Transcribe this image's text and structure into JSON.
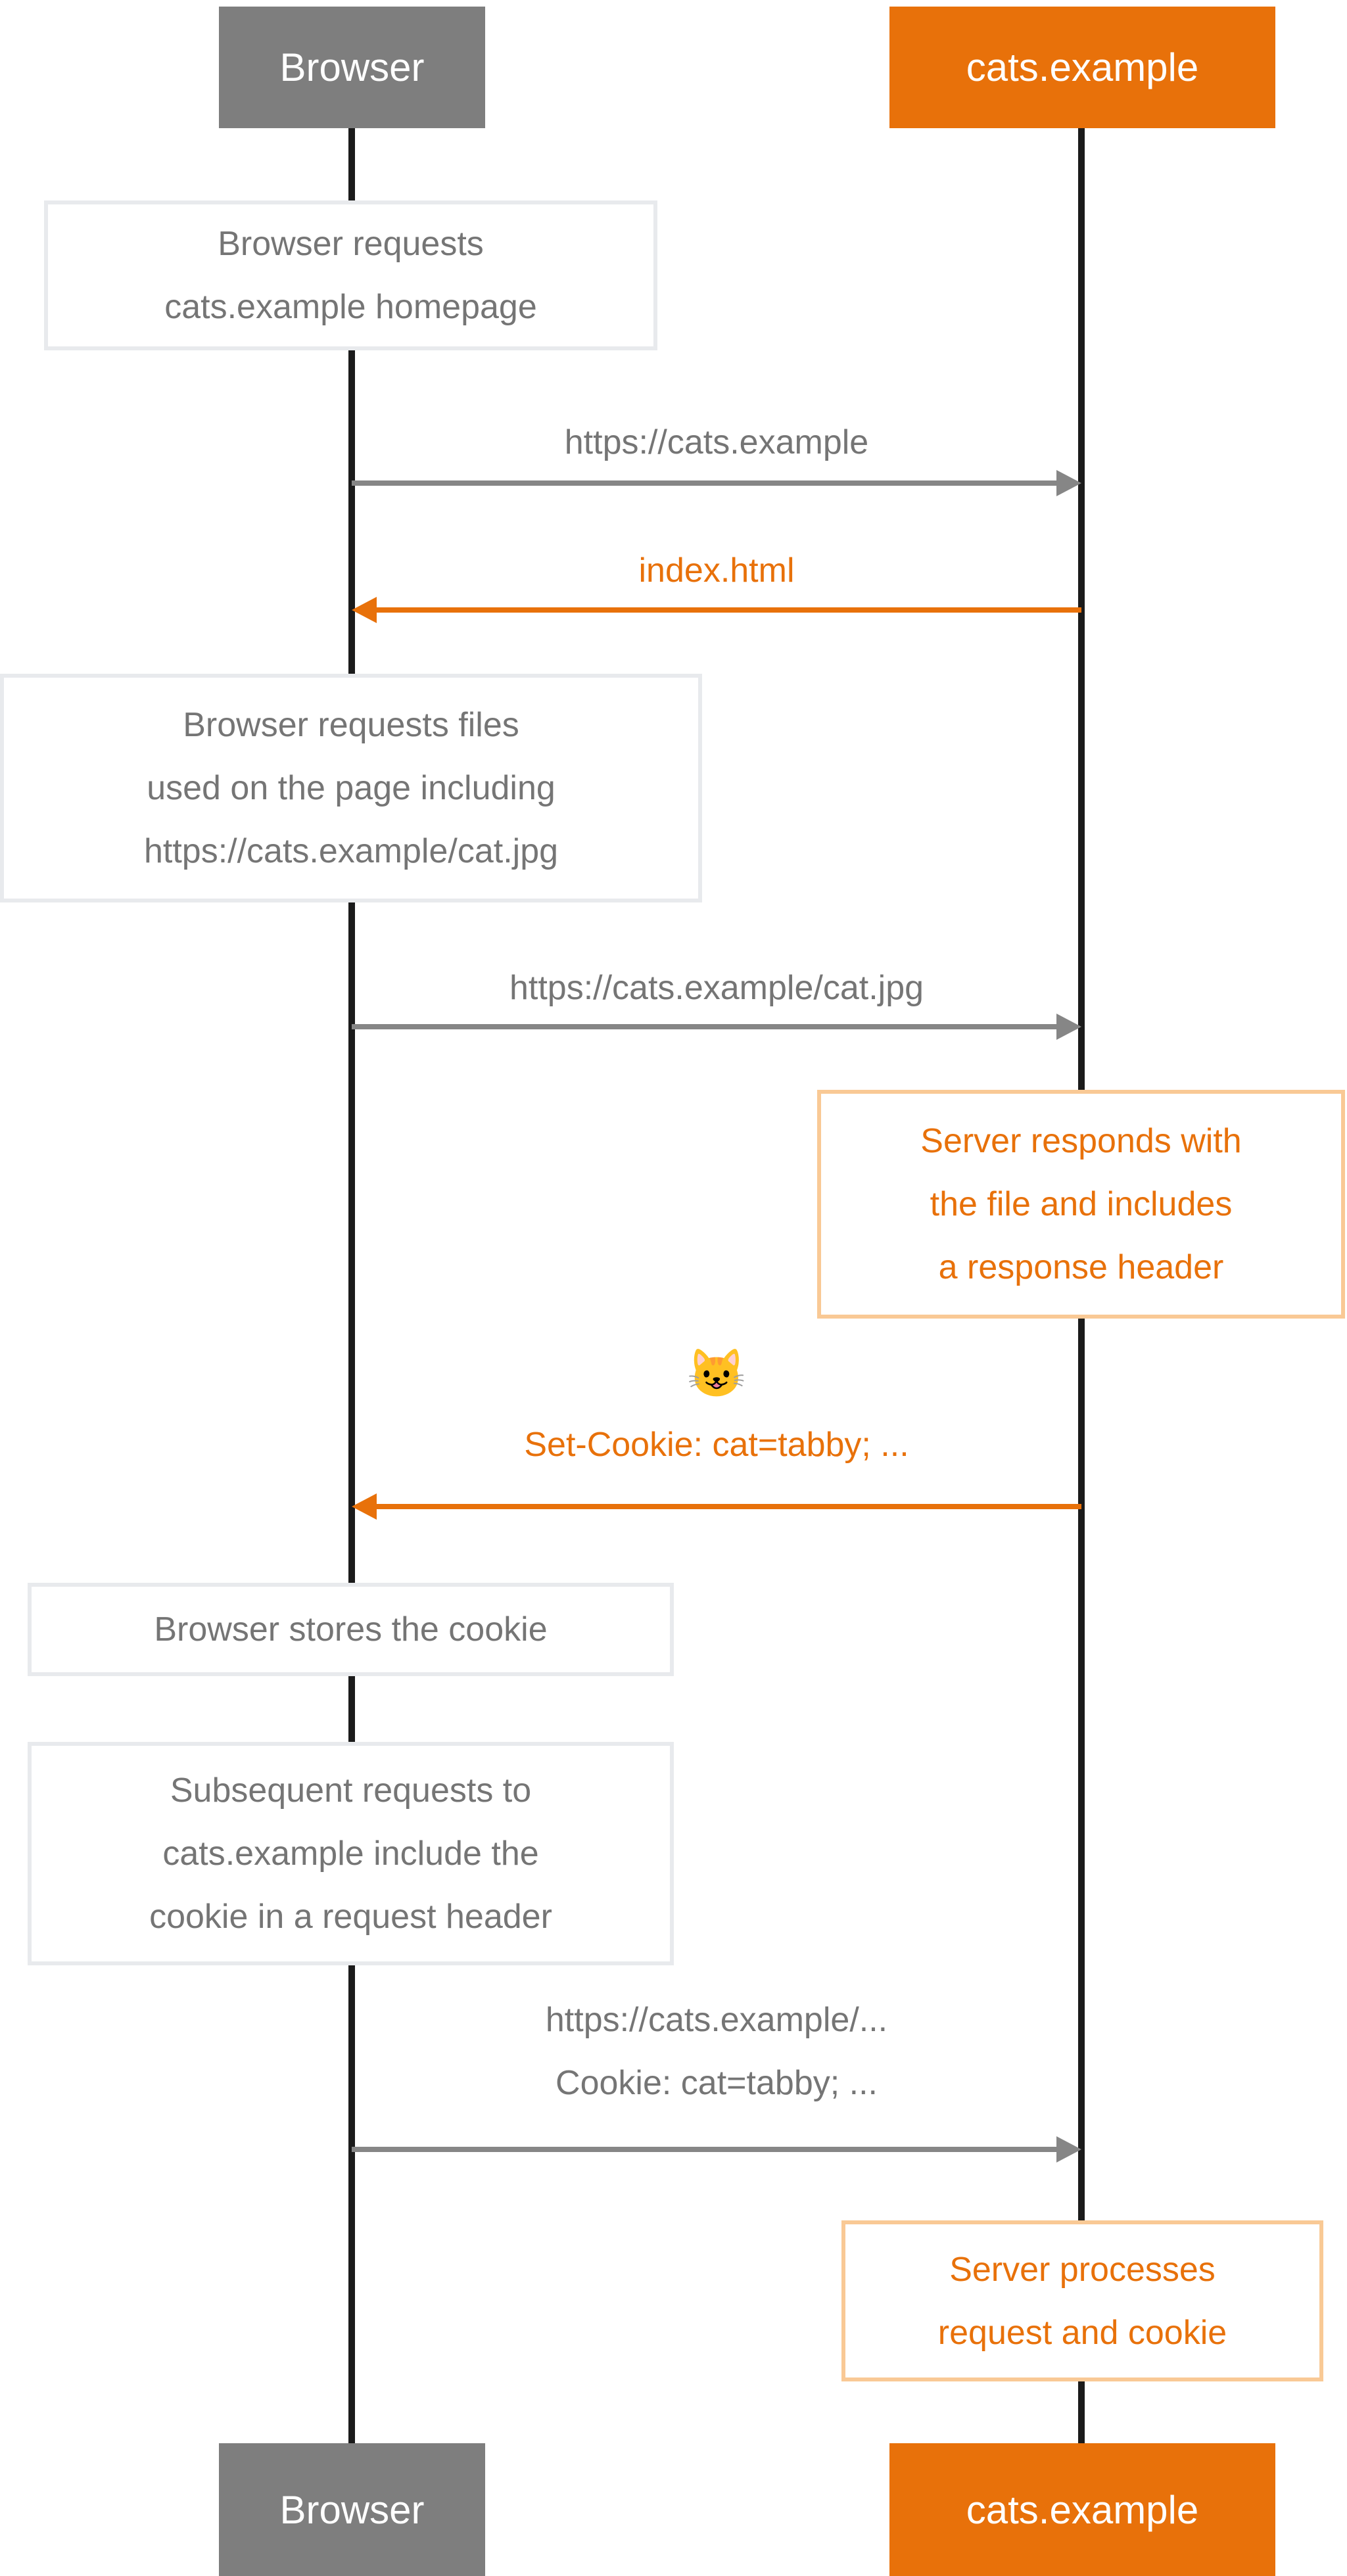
{
  "actors": {
    "browser": "Browser",
    "server": "cats.example"
  },
  "notes": {
    "request_homepage": {
      "line1": "Browser requests",
      "line2": "cats.example homepage"
    },
    "request_files": {
      "line1": "Browser requests files",
      "line2": "used on the page including",
      "line3": "https://cats.example/cat.jpg"
    },
    "server_responds": {
      "line1": "Server responds with",
      "line2": "the file and includes",
      "line3": "a response header"
    },
    "stores_cookie": {
      "line1": "Browser stores the cookie"
    },
    "subsequent_requests": {
      "line1": "Subsequent requests to",
      "line2": "cats.example include the",
      "line3": "cookie in a request header"
    },
    "server_processes": {
      "line1": "Server processes",
      "line2": "request and cookie"
    }
  },
  "messages": {
    "homepage_request": "https://cats.example",
    "index_response": "index.html",
    "catjpg_request": "https://cats.example/cat.jpg",
    "cookie_emoji": "😺",
    "set_cookie_response": "Set-Cookie: cat=tabby; ...",
    "cookie_request_line1": "https://cats.example/...",
    "cookie_request_line2": "Cookie: cat=tabby; ..."
  },
  "colors": {
    "orange": "#e8710a",
    "gray_actor_bg": "#7e7e7e",
    "gray_text": "#757575",
    "arrow_gray": "#868686",
    "note_border": "#e8eaed",
    "orange_note_border": "#f9c995",
    "lifeline": "#1b1b1b"
  }
}
